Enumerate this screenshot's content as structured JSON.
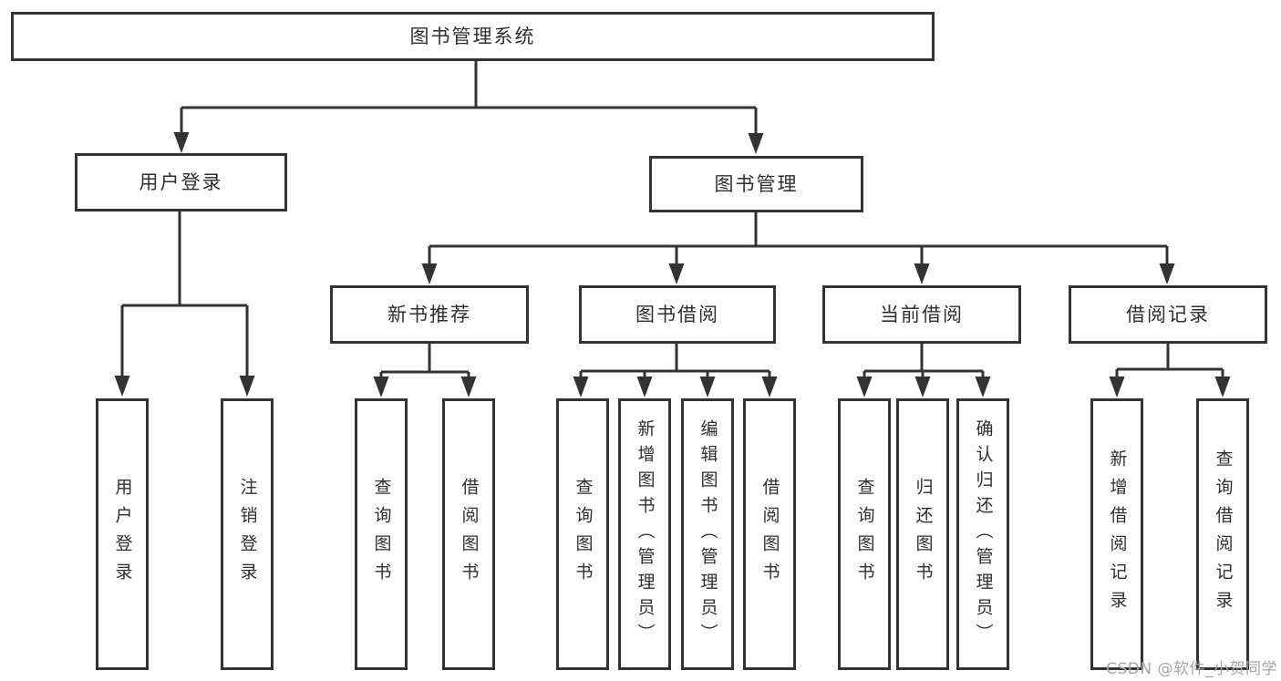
{
  "tree": {
    "root": "图书管理系统",
    "level1": [
      {
        "label": "用户登录",
        "children": [
          "用户登录",
          "注销登录"
        ]
      },
      {
        "label": "图书管理",
        "groups": [
          {
            "label": "新书推荐",
            "children": [
              "查询图书",
              "借阅图书"
            ]
          },
          {
            "label": "图书借阅",
            "children": [
              "查询图书",
              "新增图书（管理员）",
              "编辑图书（管理员）",
              "借阅图书"
            ]
          },
          {
            "label": "当前借阅",
            "children": [
              "查询图书",
              "归还图书",
              "确认归还（管理员）"
            ]
          },
          {
            "label": "借阅记录",
            "children": [
              "新增借阅记录",
              "查询借阅记录"
            ]
          }
        ]
      }
    ]
  },
  "watermark": "CSDN @软件_小贺同学",
  "colors": {
    "line": "#333333",
    "text": "#2f2f2f",
    "box_background": "#ffffff",
    "watermark": "#a6a6a6"
  }
}
